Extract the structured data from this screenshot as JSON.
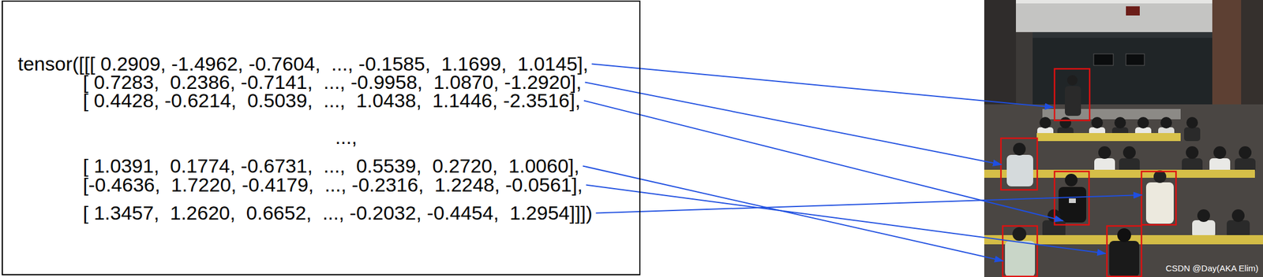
{
  "diagram": {
    "nodes": [
      {
        "text": [
          "tensor([[[ 0.2909, -1.4962, -0.7604,  ..., -0.1585,  1.1699,  1.0145],",
          "[ 0.7283,  0.2386, -0.7141,  ..., -0.9958,  1.0870, -1.2920],",
          "[ 0.4428, -0.6214,  0.5039,  ...,  1.0438,  1.1446, -2.3516],",
          "...,",
          "[ 1.0391,  0.1774, -0.6731,  ...,  0.5539,  0.2720,  1.0060],",
          "[-0.4636,  1.7220, -0.4179,  ..., -0.2316,  1.2248, -0.0561],",
          "[ 1.3457,  1.2620,  0.6652,  ..., -0.2032, -0.4454,  1.2954]]])"
        ]
      }
    ],
    "labels": [
      "CSDN @Day(AKA Elim)"
    ]
  }
}
